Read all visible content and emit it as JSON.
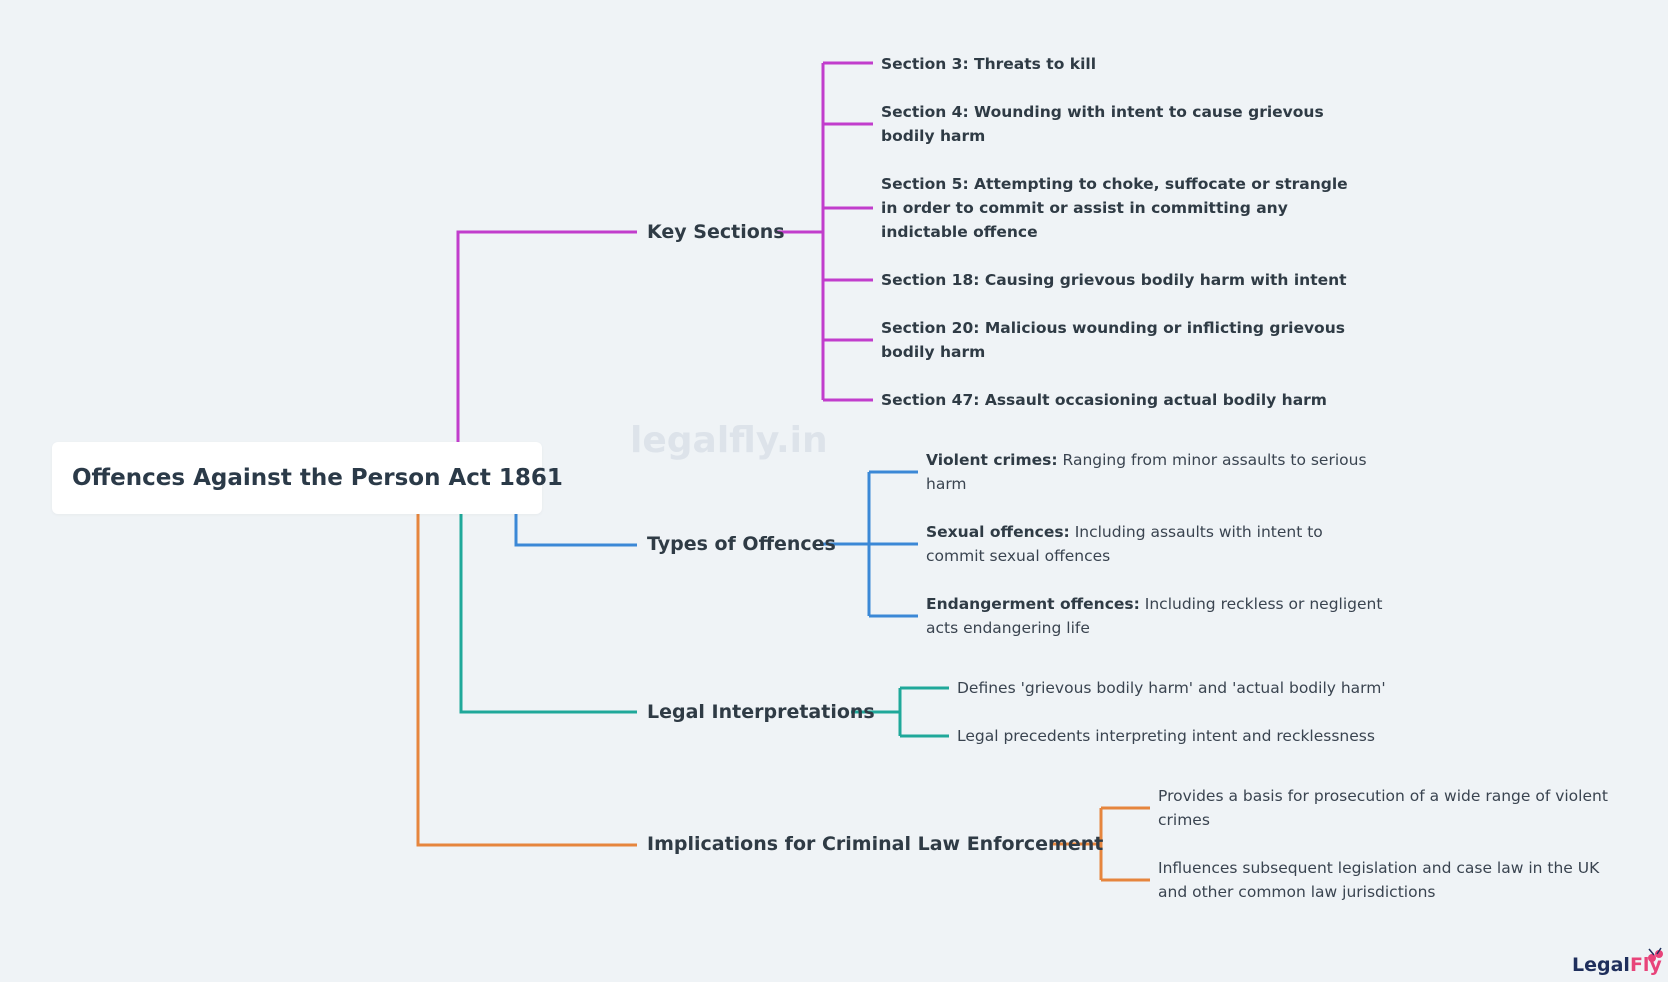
{
  "colors": {
    "background": "#eff3f6",
    "key_sections": "#c13dcc",
    "types_of_offences": "#3b88d6",
    "legal_interpretations": "#1fa89a",
    "implications": "#e6853d",
    "logo_primary": "#1f2f5c",
    "logo_accent": "#e8447a"
  },
  "watermark": "legalfly.in",
  "root": {
    "title": "Offences Against the Person Act 1861"
  },
  "key_sections": {
    "label": "Key Sections",
    "items": [
      {
        "text": "Section 3: Threats to kill"
      },
      {
        "text": "Section 4: Wounding with intent to cause grievous bodily harm"
      },
      {
        "text": "Section 5: Attempting to choke, suffocate or strangle in order to commit or assist in committing any indictable offence"
      },
      {
        "text": "Section 18: Causing grievous bodily harm with intent"
      },
      {
        "text": "Section 20: Malicious wounding or inflicting grievous bodily harm"
      },
      {
        "text": "Section 47: Assault occasioning actual bodily harm"
      }
    ]
  },
  "types_of_offences": {
    "label": "Types of Offences",
    "items": [
      {
        "term": "Violent crimes:",
        "text": " Ranging from minor assaults to serious harm"
      },
      {
        "term": "Sexual offences:",
        "text": " Including assaults with intent to commit sexual offences"
      },
      {
        "term": "Endangerment offences:",
        "text": " Including reckless or negligent acts endangering life"
      }
    ]
  },
  "legal_interpretations": {
    "label": "Legal Interpretations",
    "items": [
      {
        "text": "Defines 'grievous bodily harm' and 'actual bodily harm'"
      },
      {
        "text": "Legal precedents interpreting intent and recklessness"
      }
    ]
  },
  "implications": {
    "label": "Implications for Criminal Law Enforcement",
    "items": [
      {
        "text": "Provides a basis for prosecution of a wide range of violent crimes"
      },
      {
        "text": "Influences subsequent legislation and case law in the UK and other common law jurisdictions"
      }
    ]
  },
  "logo": {
    "part1": "Legal",
    "part2": "Fly"
  }
}
